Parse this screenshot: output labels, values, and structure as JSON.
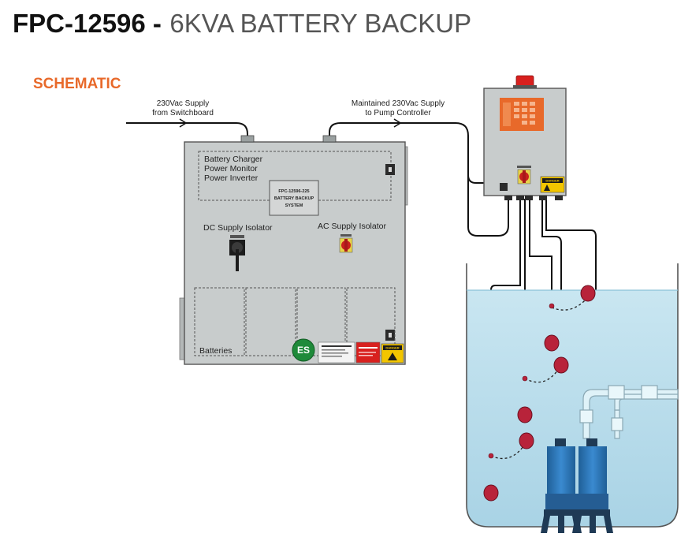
{
  "header": {
    "code": "FPC-12596 -",
    "name": "6KVA BATTERY BACKUP"
  },
  "section": {
    "heading": "SCHEMATIC"
  },
  "supply_in": {
    "line1": "230Vac Supply",
    "line2": "from Switchboard"
  },
  "supply_out": {
    "line1": "Maintained 230Vac Supply",
    "line2": "to Pump Controller"
  },
  "cabinet": {
    "functions": [
      "Battery Charger",
      "Power Monitor",
      "Power Inverter"
    ],
    "nameplate": [
      "FPC-12596-225",
      "BATTERY BACKUP",
      "SYSTEM"
    ],
    "dc_isolator": "DC Supply Isolator",
    "ac_isolator": "AC Supply Isolator",
    "batteries": "Batteries",
    "logo": "ES",
    "warning_label": "DANGER"
  },
  "controller": {
    "warning_label": "DANGER"
  },
  "colors": {
    "accent": "#e8692a",
    "cabinet": "#c8cccc",
    "water": "#b6dcea",
    "float": "#b8233a",
    "pump": "#2f78b5",
    "logo": "#1f8a3a",
    "beacon": "#d8201e",
    "warning": "#f2c500"
  }
}
